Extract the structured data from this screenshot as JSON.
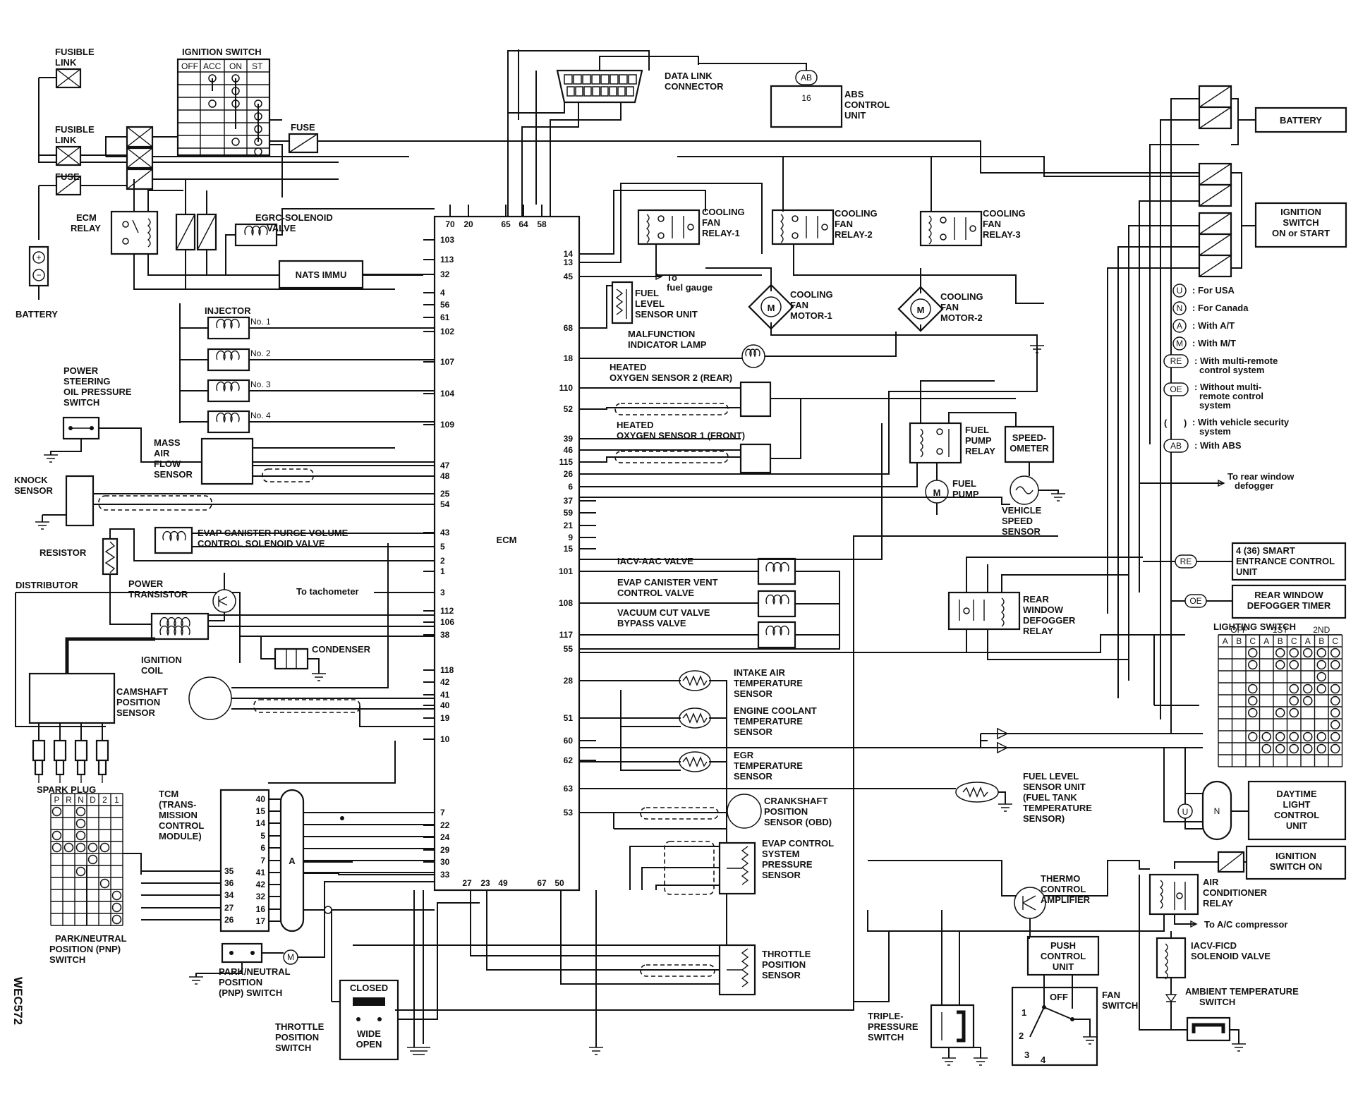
{
  "ecm": {
    "title": "ECM"
  },
  "ecm_pins_top": [
    "70",
    "20",
    "65",
    "64",
    "58"
  ],
  "ecm_pins_left": [
    "103",
    "113",
    "32",
    "4",
    "56",
    "61",
    "102",
    "107",
    "104",
    "109",
    "47",
    "48",
    "25",
    "54",
    "43",
    "5",
    "2",
    "1",
    "3",
    "112",
    "106",
    "38",
    "118",
    "42",
    "41",
    "40",
    "19",
    "10",
    "7",
    "22",
    "24",
    "29",
    "30",
    "33"
  ],
  "ecm_pins_right": [
    "14",
    "13",
    "45",
    "68",
    "18",
    "110",
    "52",
    "39",
    "46",
    "115",
    "26",
    "6",
    "37",
    "59",
    "21",
    "9",
    "15",
    "101",
    "108",
    "117",
    "55",
    "28",
    "51",
    "60",
    "62",
    "63",
    "53"
  ],
  "ecm_pins_bottom": [
    "27",
    "23",
    "49",
    "67",
    "50"
  ],
  "labels": {
    "fusible_link_1": "FUSIBLE\nLINK",
    "fusible_link_2": "FUSIBLE\nLINK",
    "fuse_left": "FUSE",
    "fuse_top": "FUSE",
    "battery_left": "BATTERY",
    "ignition_switch": "IGNITION SWITCH",
    "ecm_relay": "ECM\nRELAY",
    "egrc_solenoid": "EGRC-SOLENOID\nVALVE",
    "nats": "NATS IMMU",
    "injector": "INJECTOR",
    "inj_no1": "No. 1",
    "inj_no2": "No. 2",
    "inj_no3": "No. 3",
    "inj_no4": "No. 4",
    "ps_switch": "POWER\nSTEERING\nOIL PRESSURE\nSWITCH",
    "maf": "MASS\nAIR\nFLOW\nSENSOR",
    "knock": "KNOCK\nSENSOR",
    "evap_purge": "EVAP CANISTER PURGE VOLUME\nCONTROL SOLENOID VALVE",
    "resistor": "RESISTOR",
    "distributor": "DISTRIBUTOR",
    "power_transistor": "POWER\nTRANSISTOR",
    "tachometer": "To tachometer",
    "ignition_coil": "IGNITION\nCOIL",
    "condenser": "CONDENSER",
    "camshaft": "CAMSHAFT\nPOSITION\nSENSOR",
    "spark_plug": "SPARK PLUG",
    "tcm": "TCM\n(TRANS-\nMISSION\nCONTROL\nMODULE)",
    "pnp_switch_left": "PARK/NEUTRAL\nPOSITION (PNP)\nSWITCH",
    "pnp_switch_bottom": "PARK/NEUTRAL\nPOSITION\n(PNP) SWITCH",
    "tps_switch": "THROTTLE\nPOSITION\nSWITCH",
    "closed": "CLOSED",
    "wide_open": "WIDE\nOPEN",
    "data_link": "DATA LINK\nCONNECTOR",
    "abs_unit": "ABS\nCONTROL\nUNIT",
    "abs_pin": "16",
    "cfr1": "COOLING\nFAN\nRELAY-1",
    "cfr2": "COOLING\nFAN\nRELAY-2",
    "cfr3": "COOLING\nFAN\nRELAY-3",
    "to_fuel_gauge": "To\nfuel gauge",
    "fuel_level_sensor": "FUEL\nLEVEL\nSENSOR UNIT",
    "cfm1": "COOLING\nFAN\nMOTOR-1",
    "cfm2": "COOLING\nFAN\nMOTOR-2",
    "mil": "MALFUNCTION\nINDICATOR LAMP",
    "ho2s2": "HEATED\nOXYGEN SENSOR 2 (REAR)",
    "ho2s1": "HEATED\nOXYGEN SENSOR 1 (FRONT)",
    "fuel_pump_relay": "FUEL\nPUMP\nRELAY",
    "speedometer": "SPEED-\nOMETER",
    "fuel_pump": "FUEL\nPUMP",
    "vss": "VEHICLE\nSPEED\nSENSOR",
    "iacv": "IACV-AAC VALVE",
    "evap_vent": "EVAP CANISTER VENT\nCONTROL VALVE",
    "vacuum_cut": "VACUUM CUT VALVE\nBYPASS VALVE",
    "iat": "INTAKE AIR\nTEMPERATURE\nSENSOR",
    "ect": "ENGINE COOLANT\nTEMPERATURE\nSENSOR",
    "egr_temp": "EGR\nTEMPERATURE\nSENSOR",
    "fuel_tank_temp": "FUEL LEVEL\nSENSOR UNIT\n(FUEL TANK\nTEMPERATURE\nSENSOR)",
    "ckp": "CRANKSHAFT\nPOSITION\nSENSOR (OBD)",
    "evap_pressure": "EVAP CONTROL\nSYSTEM\nPRESSURE\nSENSOR",
    "tps": "THROTTLE\nPOSITION\nSENSOR",
    "battery_right": "BATTERY",
    "ign_on_start": "IGNITION\nSWITCH\nON or START",
    "legend_u": ": For USA",
    "legend_n": ": For Canada",
    "legend_a": ": With A/T",
    "legend_m": ": With M/T",
    "legend_re": ": With multi-remote\ncontrol system",
    "legend_oe": ": Without multi-\nremote control\nsystem",
    "legend_paren": ": With vehicle security\nsystem",
    "legend_ab": ": With ABS",
    "rear_defogger_to": "To rear window\ndefogger",
    "smart_entrance": "4 (36) SMART\nENTRANCE CONTROL\nUNIT",
    "defogger_timer": "REAR WINDOW\nDEFOGGER TIMER",
    "rear_relay": "REAR\nWINDOW\nDEFOGGER\nRELAY",
    "lighting_switch": "LIGHTING SWITCH",
    "drl": "DAYTIME\nLIGHT\nCONTROL\nUNIT",
    "ign_on": "IGNITION\nSWITCH ON",
    "thermo_amp": "THERMO\nCONTROL\nAMPLIFIER",
    "ac_relay": "AIR\nCONDITIONER\nRELAY",
    "to_ac_comp": "To A/C compressor",
    "push_control": "PUSH\nCONTROL\nUNIT",
    "iacv_ficd": "IACV-FICD\nSOLENOID VALVE",
    "ambient": "AMBIENT TEMPERATURE\nSWITCH",
    "fan_switch": "FAN\nSWITCH",
    "fan_off": "OFF",
    "triple_pressure": "TRIPLE-\nPRESSURE\nSWITCH",
    "code": "WEC572"
  },
  "legend_symbols": [
    "U",
    "N",
    "A",
    "M",
    "RE",
    "OE",
    "( )",
    "AB"
  ],
  "ignition_switch_cols": [
    "OFF",
    "ACC",
    "ON",
    "ST"
  ],
  "pnp_cols": [
    "P",
    "R",
    "N",
    "D",
    "2",
    "1"
  ],
  "tcm_left_pins": [
    "35",
    "36",
    "34",
    "27",
    "26"
  ],
  "tcm_mid_pins": [
    "40",
    "15",
    "14",
    "5",
    "6",
    "7",
    "41",
    "42",
    "32",
    "16",
    "17"
  ],
  "tcm_connector": "A",
  "lighting_cols_top": [
    "OFF",
    "1ST",
    "2ND"
  ],
  "lighting_cols": [
    "A",
    "B",
    "C",
    "A",
    "B",
    "C",
    "A",
    "B",
    "C"
  ],
  "markers": {
    "re": "RE",
    "oe": "OE",
    "ab": "AB",
    "u": "U",
    "n": "N",
    "m": "M",
    "fan_pos": [
      "1",
      "2",
      "3",
      "4"
    ]
  }
}
